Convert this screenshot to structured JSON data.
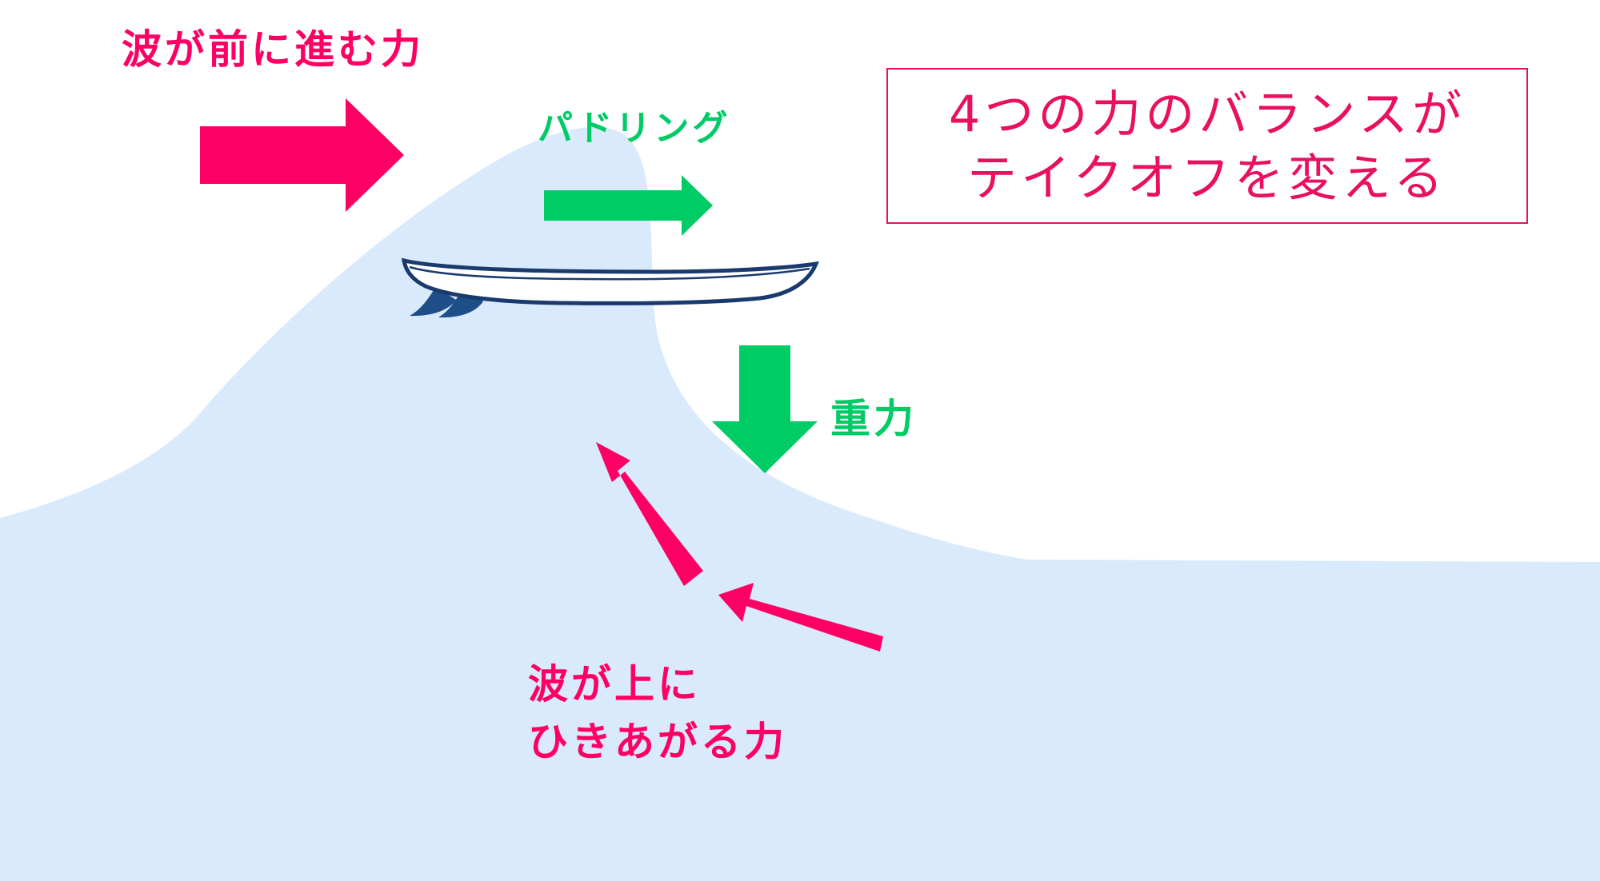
{
  "labels": {
    "wave_forward": "波が前に進む力",
    "paddling": "パドリング",
    "gravity": "重力",
    "wave_lift_line1": "波が上に",
    "wave_lift_line2": "ひきあがる力"
  },
  "title": {
    "line1": "4つの力のバランスが",
    "line2": "テイクオフを変える"
  },
  "colors": {
    "pink": "#fe0064",
    "green": "#00cc66",
    "title_pink": "#e8105f",
    "wave": "#d8eafb",
    "board_outline": "#1a3a6e",
    "fins": "#1e4e87",
    "background": "#ffffff"
  },
  "icons": {
    "surfboard": "surfboard-icon",
    "wave": "wave-shape"
  }
}
